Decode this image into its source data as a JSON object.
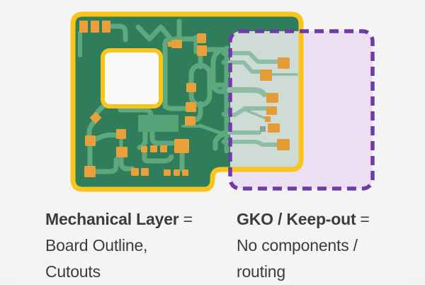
{
  "colors": {
    "background": "#f5f4f5",
    "board-green": "#2f7d5b",
    "trace-green": "#5fa87d",
    "component-green": "#57a276",
    "pad-orange": "#e9a03a",
    "outline-yellow": "#f9c51b",
    "cutout-white": "#fbfafb",
    "keepout-fill": "#ecdef3",
    "keepout-border": "#6d3da5",
    "board-washed": "#cfdcd6",
    "trace-washed": "#8fbda4",
    "pad-washed": "#e49b38",
    "chip-gray": "#86a89b",
    "text": "#3c3c3c"
  },
  "captions": {
    "mechanical": {
      "term": "Mechanical Layer",
      "equals": "=",
      "line2": "Board Outline,",
      "line3": "Cutouts"
    },
    "keepout": {
      "term": "GKO / Keep-out",
      "equals": "=",
      "line2": "No components /",
      "line3": "routing"
    }
  }
}
